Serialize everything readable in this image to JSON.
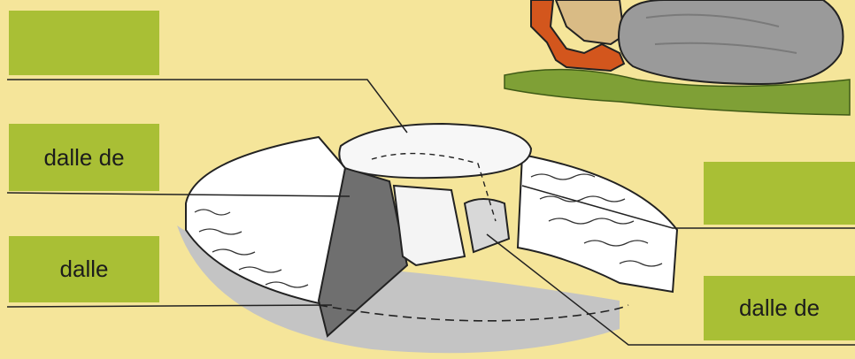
{
  "labels": [
    {
      "id": "top-left",
      "text": ""
    },
    {
      "id": "mid-left",
      "text": "dalle de"
    },
    {
      "id": "low-left",
      "text": "dalle"
    },
    {
      "id": "top-right",
      "text": ""
    },
    {
      "id": "low-right",
      "text": "dalle de"
    }
  ],
  "colors": {
    "background": "#f5e59a",
    "label_fill": "#a9bf35",
    "shadow": "#c8c8c8",
    "stone": "#ffffff",
    "outline": "#222222"
  }
}
